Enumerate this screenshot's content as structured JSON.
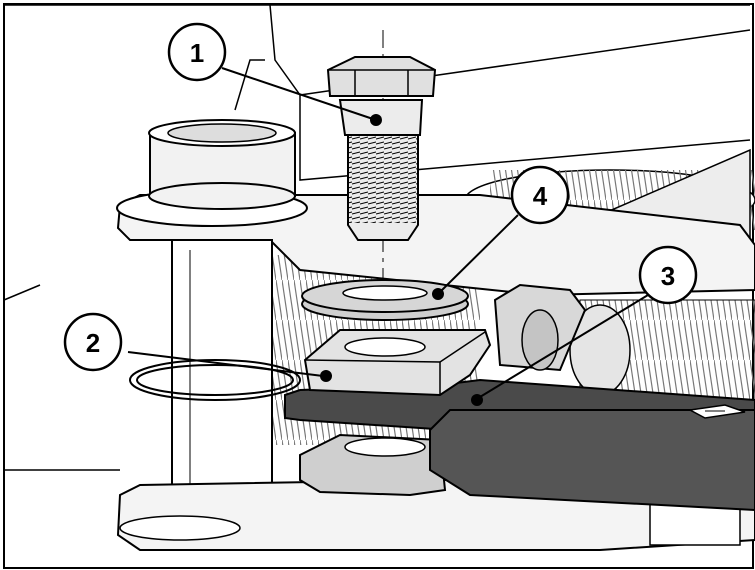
{
  "figure": {
    "callouts": [
      {
        "number": "1",
        "part": "bolt"
      },
      {
        "number": "2",
        "part": "lower-clamp-block"
      },
      {
        "number": "3",
        "part": "tie-rod-arm"
      },
      {
        "number": "4",
        "part": "washer"
      }
    ],
    "colors": {
      "line": "#000000",
      "background": "#ffffff",
      "light_part": "#e8e8e8",
      "mid_part": "#cfcfcf",
      "dark_part": "#4a4a4a",
      "spring": "#bdbdbd"
    }
  }
}
